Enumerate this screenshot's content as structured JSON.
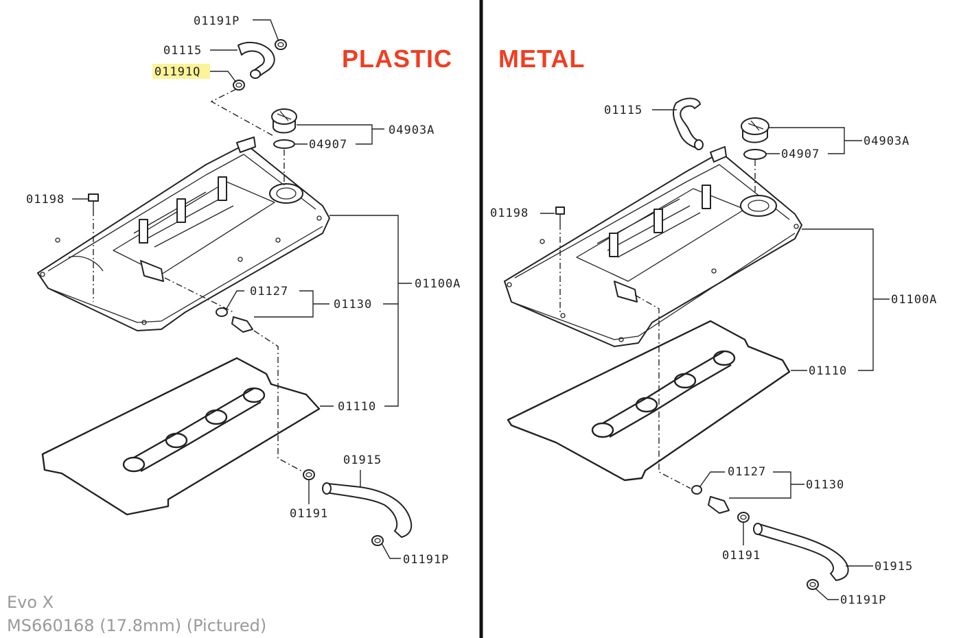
{
  "headings": {
    "left": "PLASTIC",
    "right": "METAL"
  },
  "colors": {
    "heading": "#f03e22",
    "highlight": "#fbf29a",
    "divider": "#111111",
    "caption": "#9a9a9a"
  },
  "caption": {
    "line1": "Evo X",
    "line2": "MS660168 (17.8mm)  (Pictured)"
  },
  "left": {
    "labels": {
      "p01191P_top": "01191P",
      "p01115": "01115",
      "p01191Q": "01191Q",
      "p04903A": "04903A",
      "p04907": "04907",
      "p01198": "01198",
      "p01100A": "01100A",
      "p01127": "01127",
      "p01130": "01130",
      "p01110": "01110",
      "p01915": "01915",
      "p01191": "01191",
      "p01191P_bottom": "01191P"
    }
  },
  "right": {
    "labels": {
      "p01115": "01115",
      "p04903A": "04903A",
      "p04907": "04907",
      "p01198": "01198",
      "p01100A": "01100A",
      "p01110": "01110",
      "p01127": "01127",
      "p01130": "01130",
      "p01191": "01191",
      "p01915": "01915",
      "p01191P": "01191P"
    }
  }
}
